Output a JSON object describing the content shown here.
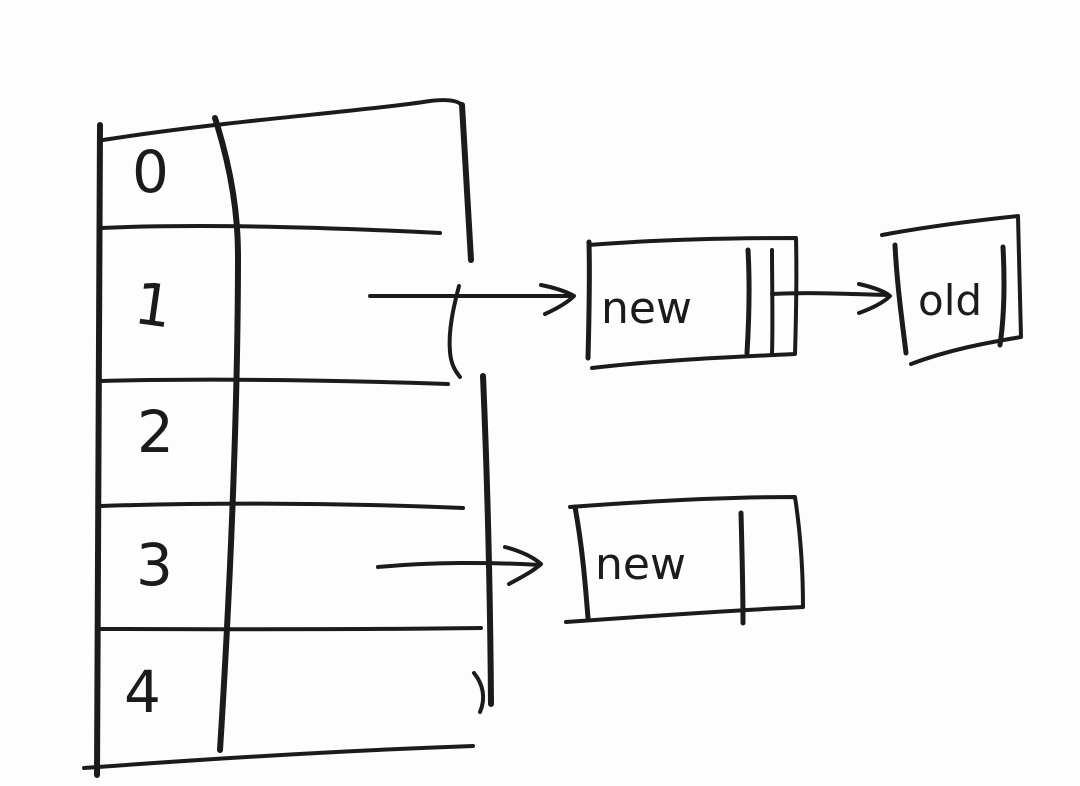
{
  "background_color": "#fdfdfd",
  "ink_color": "#1b1b1b",
  "hash_table": {
    "indices": [
      "0",
      "1",
      "2",
      "3",
      "4"
    ]
  },
  "nodes": {
    "bucket1_first": "new",
    "bucket1_second": "old",
    "bucket3_first": "new"
  }
}
